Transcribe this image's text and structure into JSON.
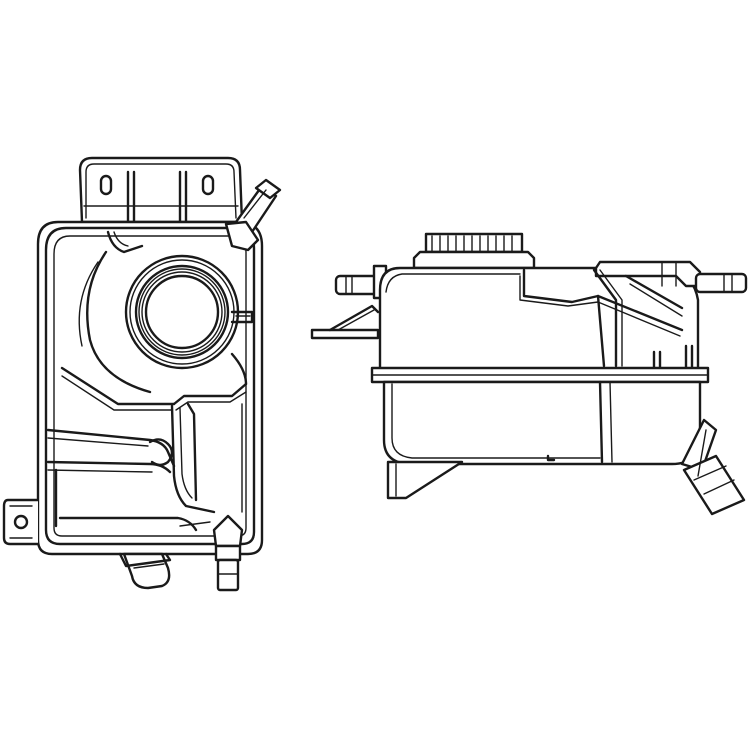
{
  "colors": {
    "line": "#1a1a1a",
    "background": "#ffffff"
  },
  "views": [
    {
      "id": "front-view",
      "kind": "line-drawing"
    },
    {
      "id": "side-view",
      "kind": "line-drawing"
    }
  ]
}
